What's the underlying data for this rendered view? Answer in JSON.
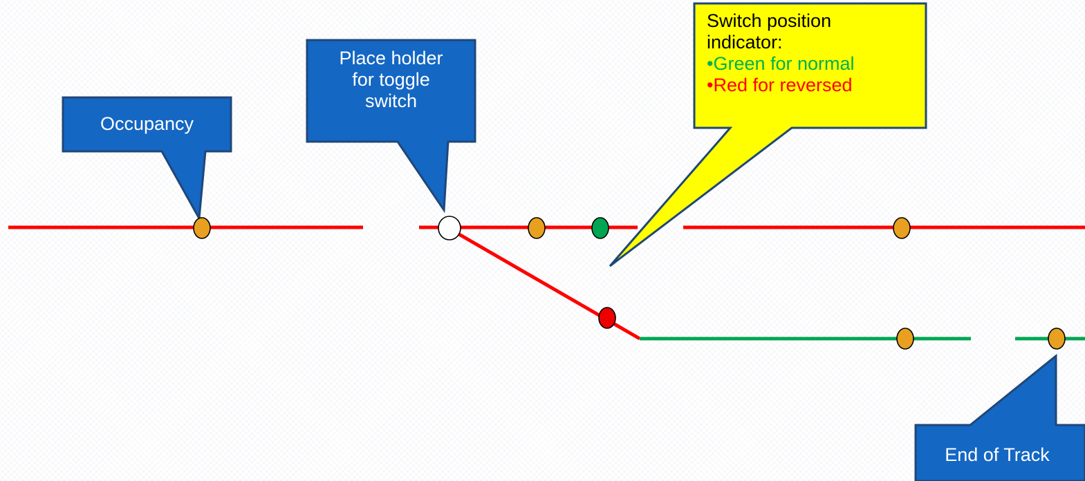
{
  "callouts": {
    "occupancy": "Occupancy",
    "toggle_switch": [
      "Place holder",
      "for toggle",
      "switch"
    ],
    "switch_position": {
      "lines": [
        "Switch position",
        "indicator:"
      ],
      "bullet": "•",
      "normal": "Green for normal",
      "reversed": "Red for reversed"
    },
    "end_of_track": "End of Track"
  },
  "colors": {
    "callout_blue": "#1467c3",
    "callout_border": "#1f4778",
    "callout_yellow": "#ffff00",
    "track_red": "#ff0000",
    "track_green": "#00a651",
    "occupancy_dot": "#e8a020",
    "indicator_green": "#00a651",
    "indicator_red": "#ee0000",
    "toggle_dot": "#ffffff",
    "text_green": "#00b050",
    "text_red": "#ff0000"
  },
  "icons": {
    "occupancy_dot": "orange-circle",
    "toggle_dot": "white-circle",
    "normal_indicator": "green-circle",
    "reversed_indicator": "red-circle"
  }
}
